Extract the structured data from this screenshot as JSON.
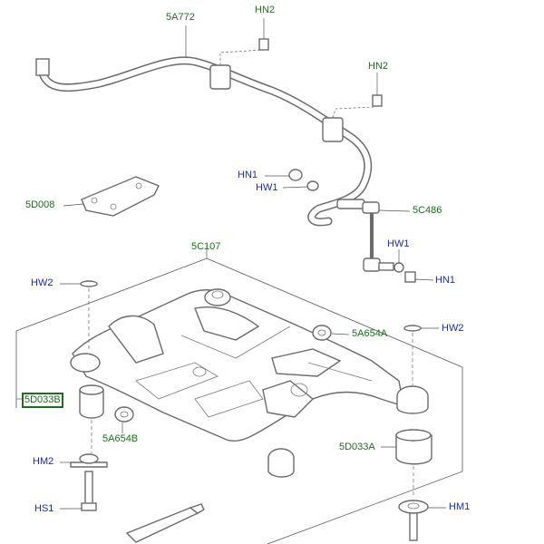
{
  "colors": {
    "part_number": "#1f6e1f",
    "fastener": "#1a2fa8",
    "highlight_box": "#1f6e1f",
    "line": "#6b6b6b"
  },
  "labels": {
    "stabilizer_bar": "5A772",
    "hn2_top": "HN2",
    "hn2_right": "HN2",
    "hn1_upper": "HN1",
    "hw1_upper": "HW1",
    "mounting_plate": "5D008",
    "link": "5C486",
    "hw1_link": "HW1",
    "hn1_link": "HN1",
    "crossmember": "5C107",
    "hw2_left": "HW2",
    "hw2_right": "HW2",
    "bush_left": "5A654A",
    "bush_right": "5A654B",
    "mount_left": "5D033B",
    "mount_right": "5D033A",
    "hm2": "HM2",
    "hs1": "HS1",
    "hm1": "HM1"
  }
}
